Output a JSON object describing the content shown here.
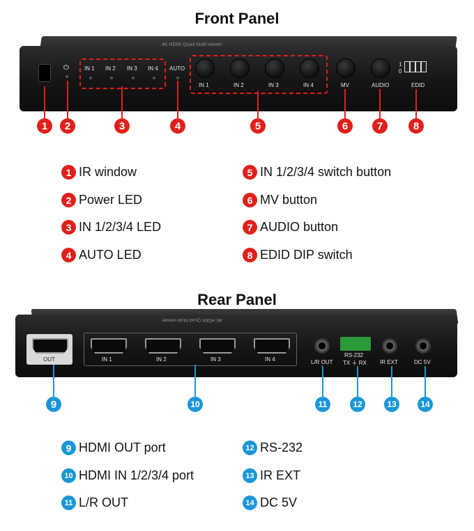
{
  "front": {
    "title": "Front Panel",
    "brand_text": "4K HDMI Quad Multi-viewer",
    "led_labels": [
      "IN 1",
      "IN 2",
      "IN 3",
      "IN 4"
    ],
    "auto_label": "AUTO",
    "button_labels": [
      "IN 1",
      "IN 2",
      "IN 3",
      "IN 4",
      "MV",
      "AUDIO"
    ],
    "edid_label": "EDID",
    "dip_numbers": [
      "1",
      "0"
    ],
    "legend": [
      {
        "num": "1",
        "text": "IR window"
      },
      {
        "num": "2",
        "text": "Power LED"
      },
      {
        "num": "3",
        "text": "IN 1/2/3/4 LED"
      },
      {
        "num": "4",
        "text": "AUTO LED"
      },
      {
        "num": "5",
        "text": "IN 1/2/3/4 switch button"
      },
      {
        "num": "6",
        "text": "MV button"
      },
      {
        "num": "7",
        "text": "AUDIO button"
      },
      {
        "num": "8",
        "text": "EDID DIP switch"
      }
    ]
  },
  "rear": {
    "title": "Rear Panel",
    "brand_text": "4K HDMI Quad Multi-viewer",
    "out_label": "OUT",
    "in_labels": [
      "IN 1",
      "IN 2",
      "IN 3",
      "IN 4"
    ],
    "lr_out_label": "L/R OUT",
    "rs232_label": "RS-232",
    "txrx_label": "TX ⏚ RX",
    "ir_ext_label": "IR EXT",
    "dc_label": "DC 5V",
    "legend": [
      {
        "num": "9",
        "text": "HDMI OUT port"
      },
      {
        "num": "10",
        "text": "HDMI IN 1/2/3/4 port"
      },
      {
        "num": "11",
        "text": "L/R OUT"
      },
      {
        "num": "12",
        "text": "RS-232"
      },
      {
        "num": "13",
        "text": "IR EXT"
      },
      {
        "num": "14",
        "text": "DC 5V"
      }
    ]
  },
  "colors": {
    "front_badge": "#e0201b",
    "rear_badge": "#1a96d8"
  }
}
